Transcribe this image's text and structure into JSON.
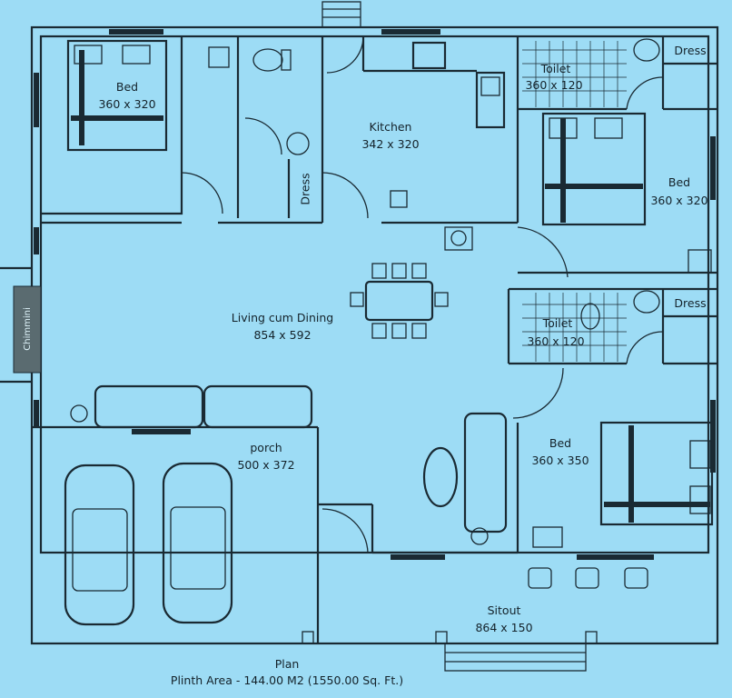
{
  "colors": {
    "background": "#9ddcf5",
    "lines": "#1a2a33",
    "chimney": "#5a6b70"
  },
  "rooms": [
    {
      "name": "Bed",
      "size": "360 x 320"
    },
    {
      "name": "Kitchen",
      "size": "342 x 320"
    },
    {
      "name": "Toilet",
      "size": "360 x 120"
    },
    {
      "name": "Dress"
    },
    {
      "name": "Bed",
      "size": "360 x 320"
    },
    {
      "name": "Toilet",
      "size": "360 x 120"
    },
    {
      "name": "Dress"
    },
    {
      "name": "Living cum Dining",
      "size": "854 x 592"
    },
    {
      "name": "porch",
      "size": "500 x 372"
    },
    {
      "name": "Bed",
      "size": "360 x 350"
    },
    {
      "name": "Sitout",
      "size": "864 x 150"
    },
    {
      "name": "Dress"
    },
    {
      "name": "Chimmini"
    }
  ],
  "footer": {
    "title": "Plan",
    "plinth_area": "Plinth Area - 144.00 M2 (1550.00 Sq. Ft.)"
  }
}
